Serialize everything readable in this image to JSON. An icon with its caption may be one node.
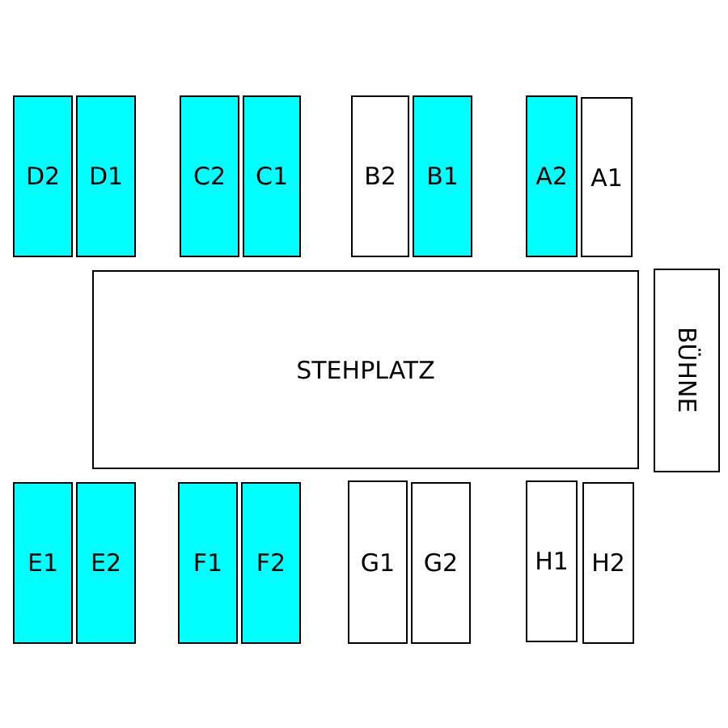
{
  "diagram": {
    "nodes": [
      {
        "text": [
          "D2"
        ]
      },
      {
        "text": [
          "D1"
        ]
      },
      {
        "text": [
          "C2"
        ]
      },
      {
        "text": [
          "C1"
        ]
      },
      {
        "text": [
          "B2"
        ]
      },
      {
        "text": [
          "B1"
        ]
      },
      {
        "text": [
          "A2"
        ]
      },
      {
        "text": [
          "A1"
        ]
      },
      {
        "text": [
          "STEHPLATZ"
        ]
      },
      {
        "text": [
          "BÜHNE"
        ]
      },
      {
        "text": [
          "E1"
        ]
      },
      {
        "text": [
          "E2"
        ]
      },
      {
        "text": [
          "F1"
        ]
      },
      {
        "text": [
          "F2"
        ]
      },
      {
        "text": [
          "G1"
        ]
      },
      {
        "text": [
          "G2"
        ]
      },
      {
        "text": [
          "H1"
        ]
      },
      {
        "text": [
          "H2"
        ]
      }
    ]
  }
}
